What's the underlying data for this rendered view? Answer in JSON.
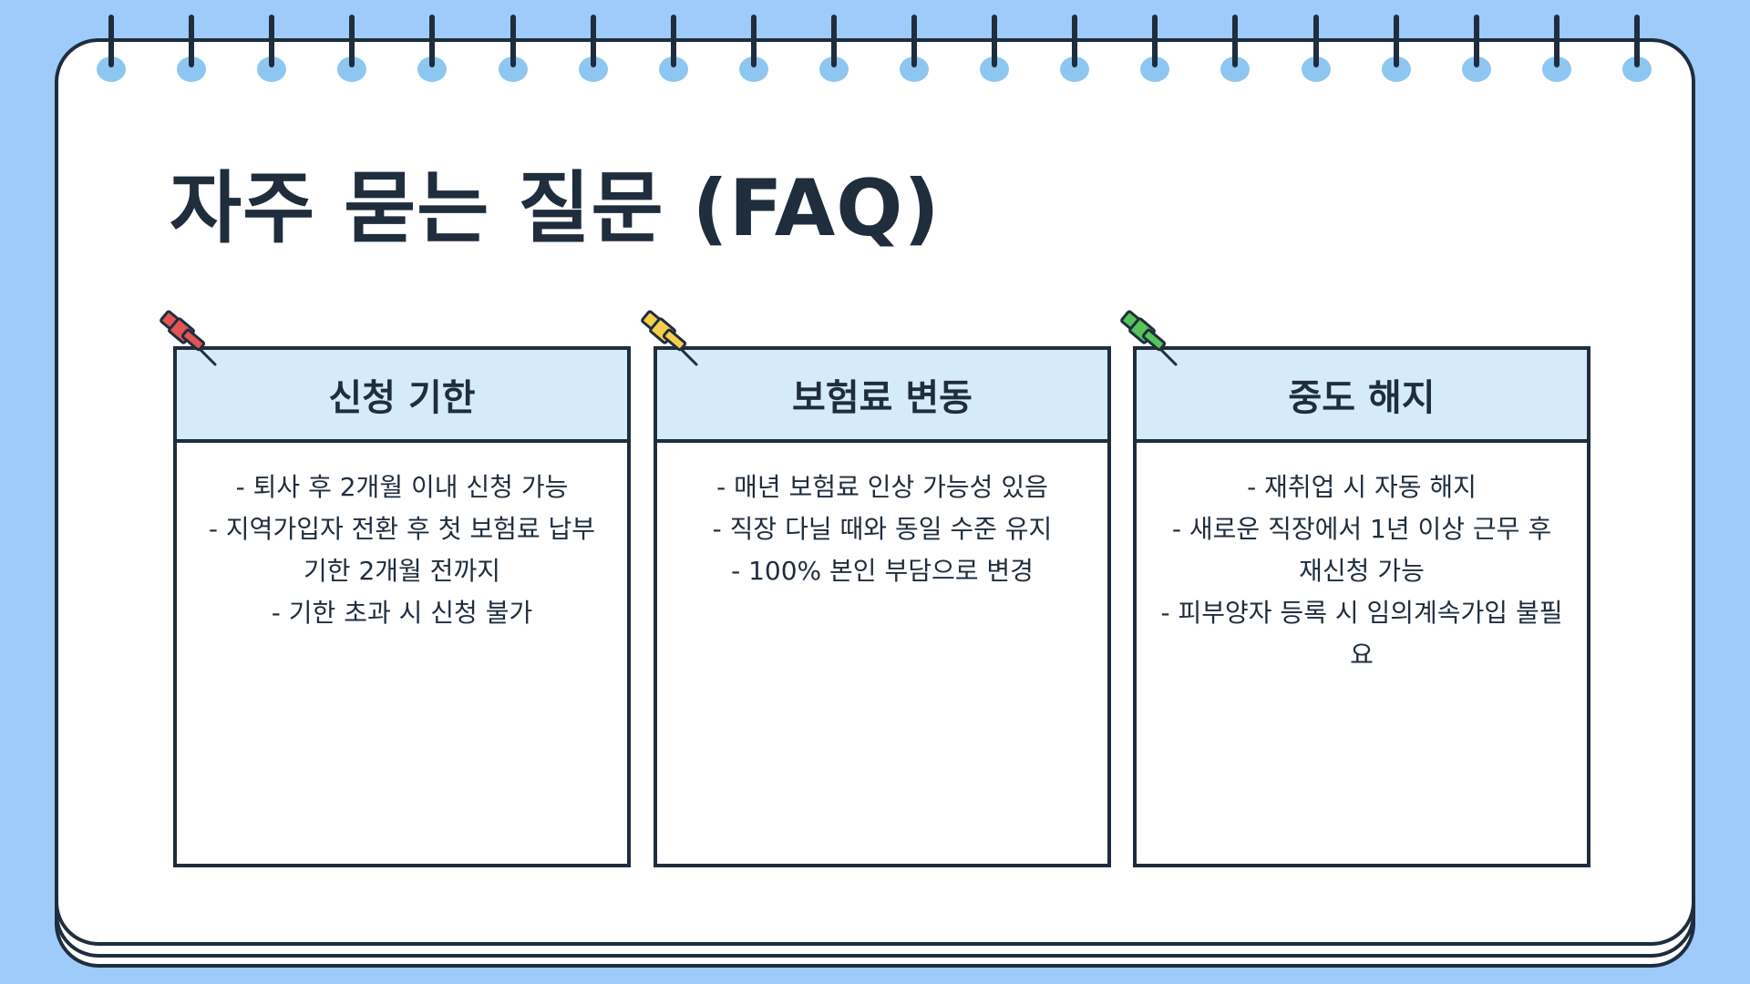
{
  "page": {
    "title": "자주 묻는 질문 (FAQ)"
  },
  "colors": {
    "background": "#9ecbf9",
    "ink": "#1f2d3d",
    "card_header": "#d6ebf9",
    "ring_hole": "#8ec6f2"
  },
  "cards": [
    {
      "title": "신청 기한",
      "pin_icon": "red-pushpin-icon",
      "pin_color": "#e35555",
      "lines": [
        "- 퇴사 후 2개월 이내 신청 가능",
        "- 지역가입자 전환 후 첫 보험료 납부기한 2개월 전까지",
        "- 기한 초과 시 신청 불가"
      ]
    },
    {
      "title": "보험료 변동",
      "pin_icon": "yellow-pushpin-icon",
      "pin_color": "#f5cf4a",
      "lines": [
        "- 매년 보험료 인상 가능성 있음",
        "- 직장 다닐 때와 동일 수준 유지",
        "- 100% 본인 부담으로 변경"
      ]
    },
    {
      "title": "중도 해지",
      "pin_icon": "green-pushpin-icon",
      "pin_color": "#56c45a",
      "lines": [
        "- 재취업 시 자동 해지",
        "- 새로운 직장에서 1년 이상 근무 후 재신청 가능",
        "- 피부양자 등록 시 임의계속가입 불필요"
      ]
    }
  ]
}
